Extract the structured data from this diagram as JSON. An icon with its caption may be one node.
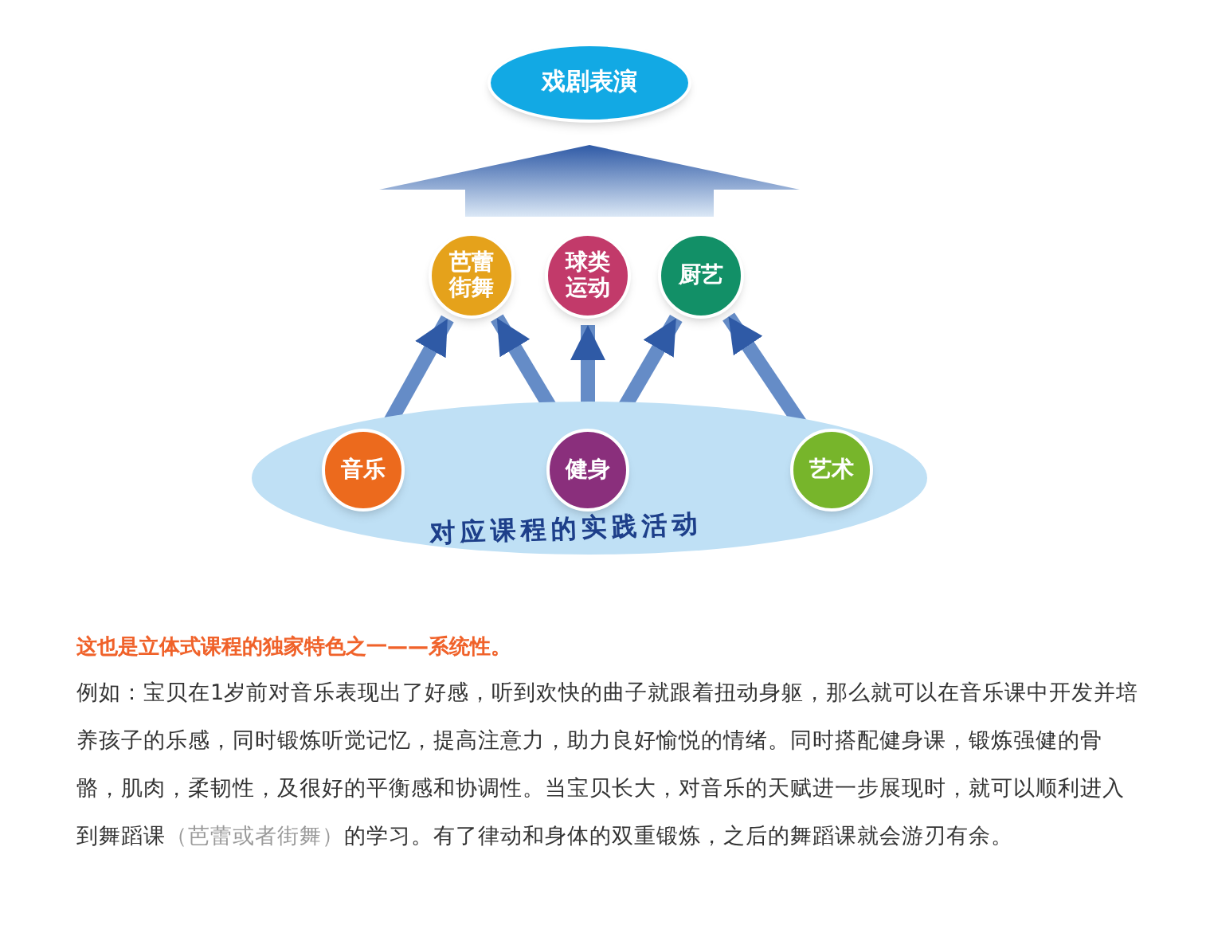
{
  "diagram": {
    "nodes": [
      {
        "text": [
          "戏剧表演"
        ]
      },
      {
        "text": [
          "芭蕾街舞"
        ]
      },
      {
        "text": [
          "球类运动"
        ]
      },
      {
        "text": [
          "厨艺"
        ]
      },
      {
        "text": [
          "对应课程的实践活动"
        ]
      },
      {
        "text": [
          "音乐"
        ],
        "in": 4
      },
      {
        "text": [
          "健身"
        ],
        "in": 4
      },
      {
        "text": [
          "艺术"
        ],
        "in": 4
      }
    ],
    "edges": [
      {
        "from": 2,
        "to": 0,
        "arrow": "to",
        "style": "thick"
      },
      {
        "from": 5,
        "to": 1,
        "arrow": "to"
      },
      {
        "from": 6,
        "to": 1,
        "arrow": "to"
      },
      {
        "from": 6,
        "to": 2,
        "arrow": "to"
      },
      {
        "from": 6,
        "to": 3,
        "arrow": "to"
      },
      {
        "from": 7,
        "to": 3,
        "arrow": "to"
      }
    ],
    "labels": [
      "这也是立体式课程的独家特色之一——系统性。",
      "例如：宝贝在1岁前对音乐表现出了好感，听到欢快的曲子就跟着扭动身躯，那么就可以在音乐课中开发并培养孩子的乐感，同时锻炼听觉记忆，提高注意力，助力良好愉悦的情绪。同时搭配健身课，锻炼强健的骨骼，肌肉，柔韧性，及很好的平衡感和协调性。当宝贝长大，对音乐的天赋进一步展现时，就可以顺利进入到舞蹈课",
      "（芭蕾或者街舞）",
      "的学习。有了律动和身体的双重锻炼，之后的舞蹈课就会游刃有余。"
    ]
  }
}
